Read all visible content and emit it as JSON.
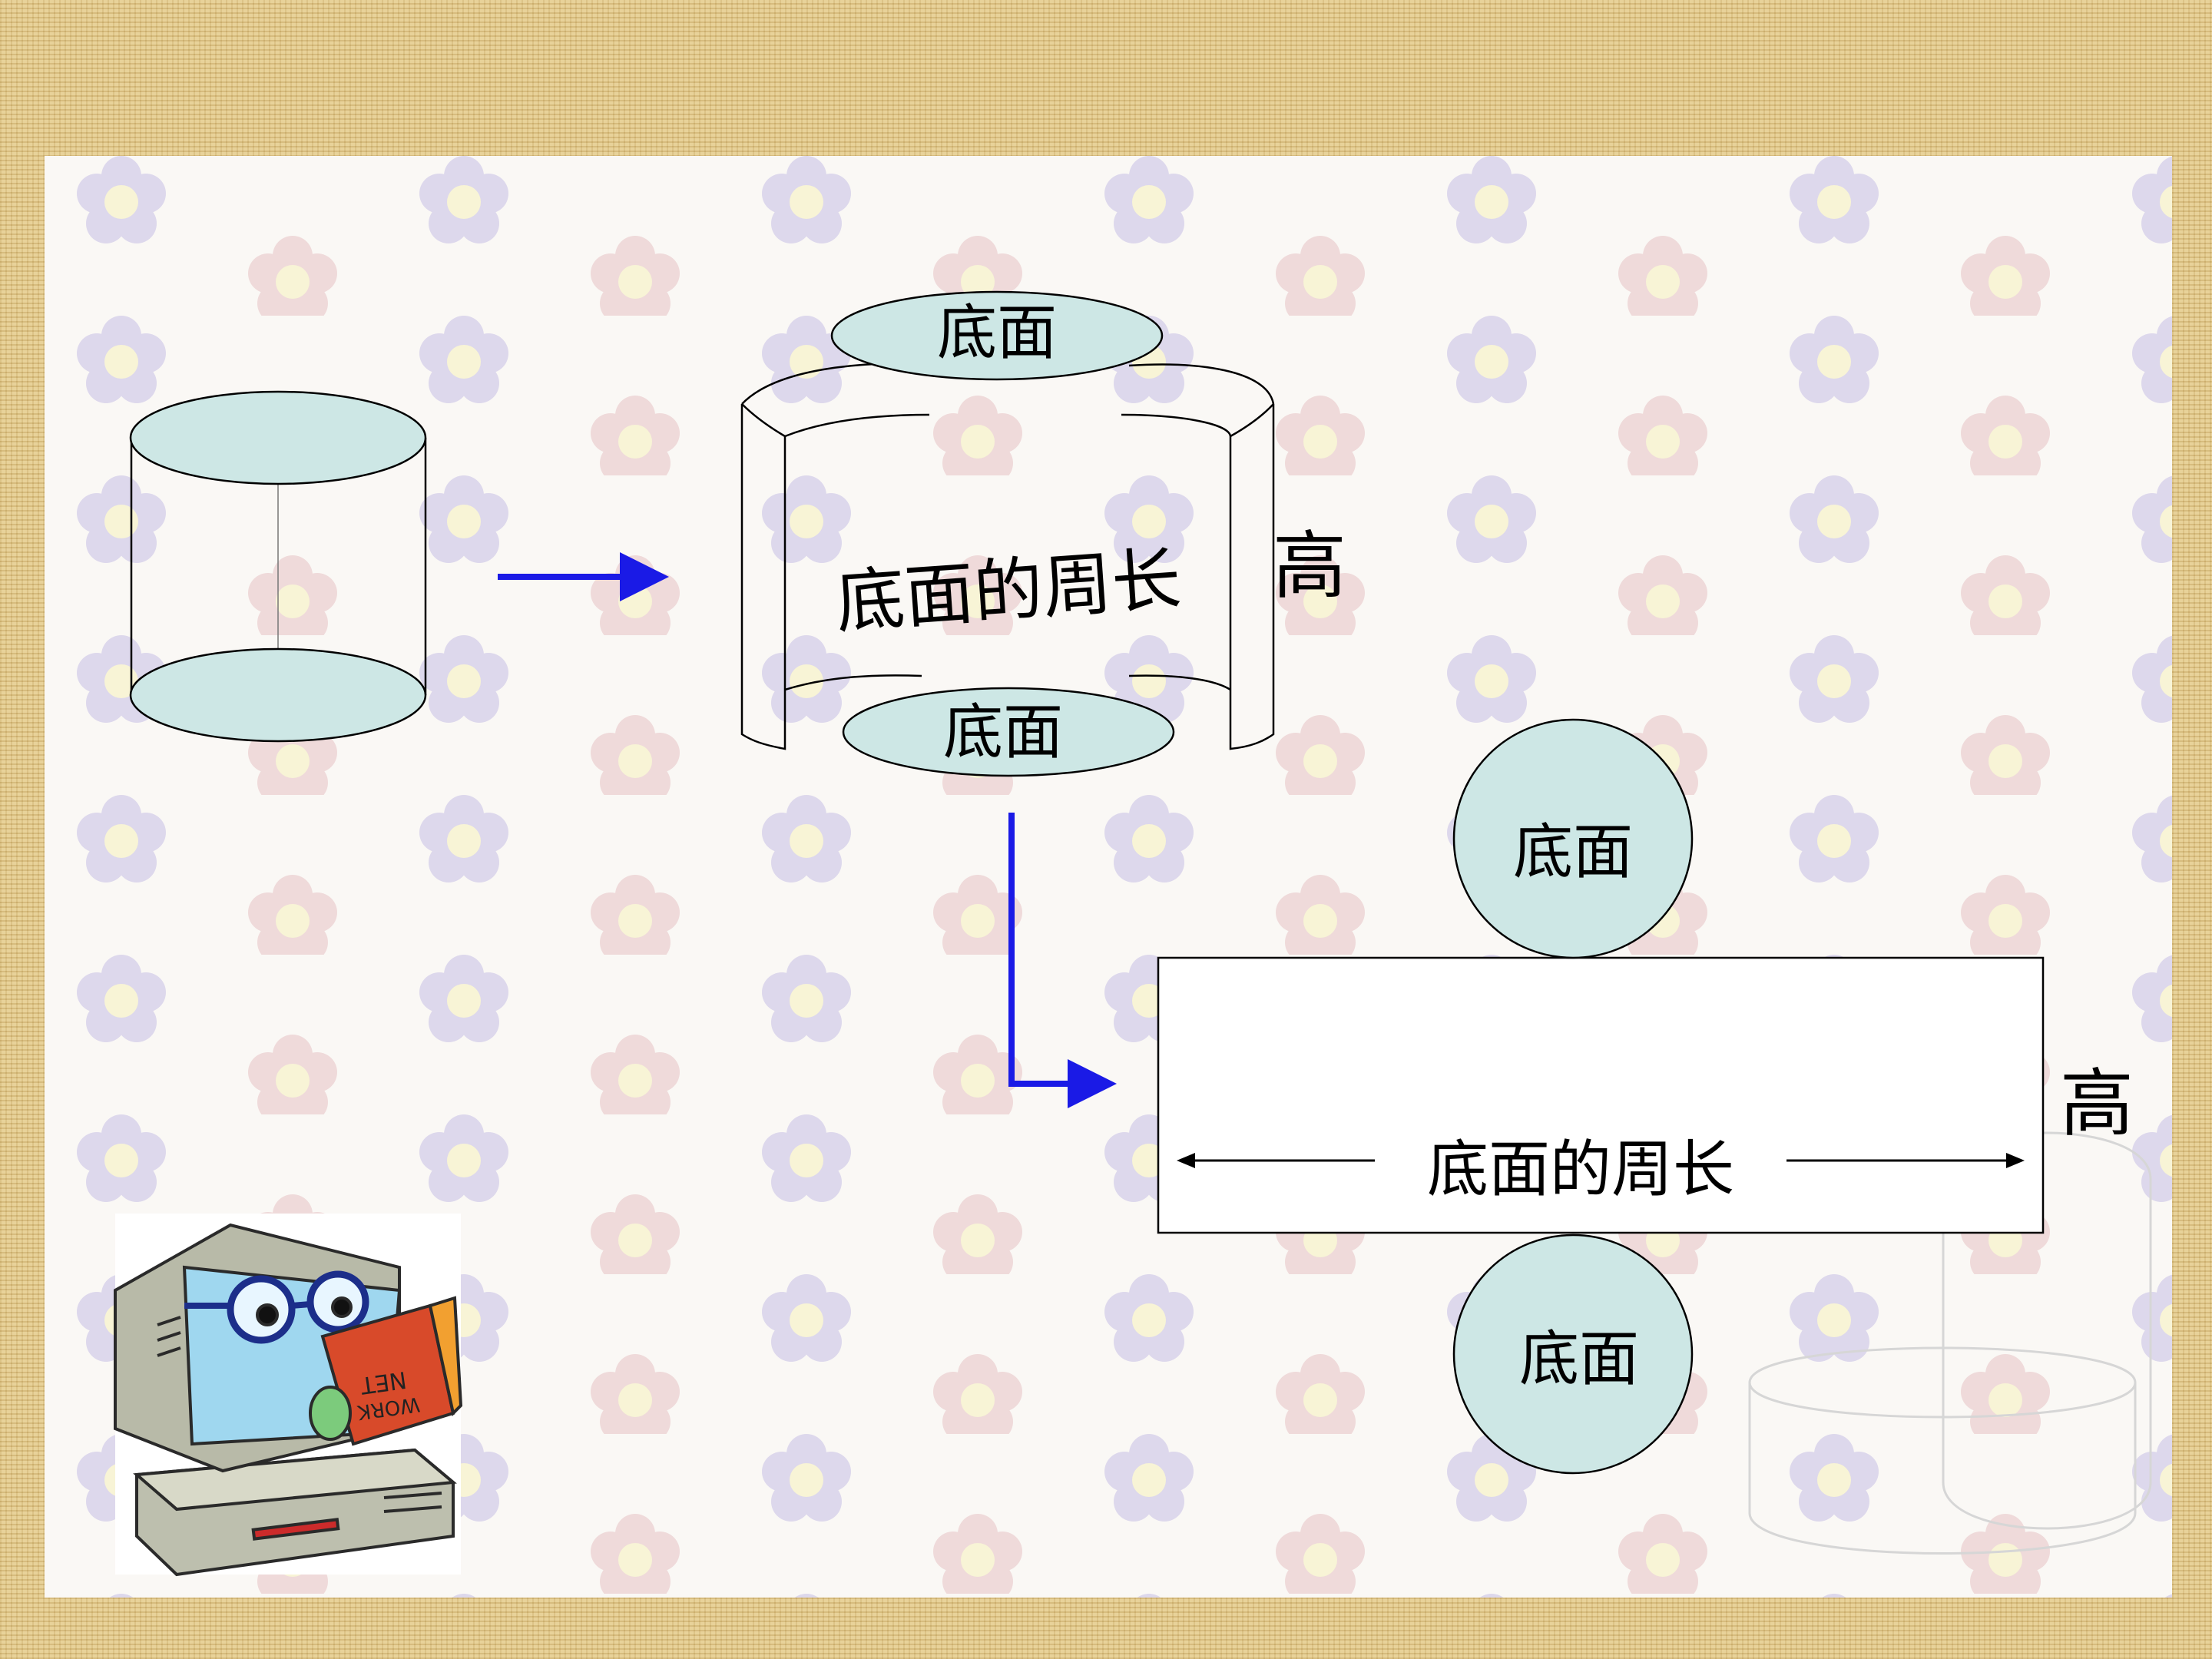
{
  "colors": {
    "ellipse_fill": "#cde7e5",
    "arrow": "#1a1ae6",
    "outline": "#000000",
    "frame": "#e2c98a",
    "panel": "#faf8f5"
  },
  "labels": {
    "top_base": "底面",
    "bottom_base": "底面",
    "lateral_circumference": "底面的周长",
    "lateral_height": "高",
    "net_top_base": "底面",
    "net_bottom_base": "底面",
    "net_circumference": "底面的周长",
    "net_height": "高"
  },
  "illustrations": {
    "computer": "computer-reading-book-icon",
    "book_text_line1": "NET",
    "book_text_line2": "WORK"
  }
}
